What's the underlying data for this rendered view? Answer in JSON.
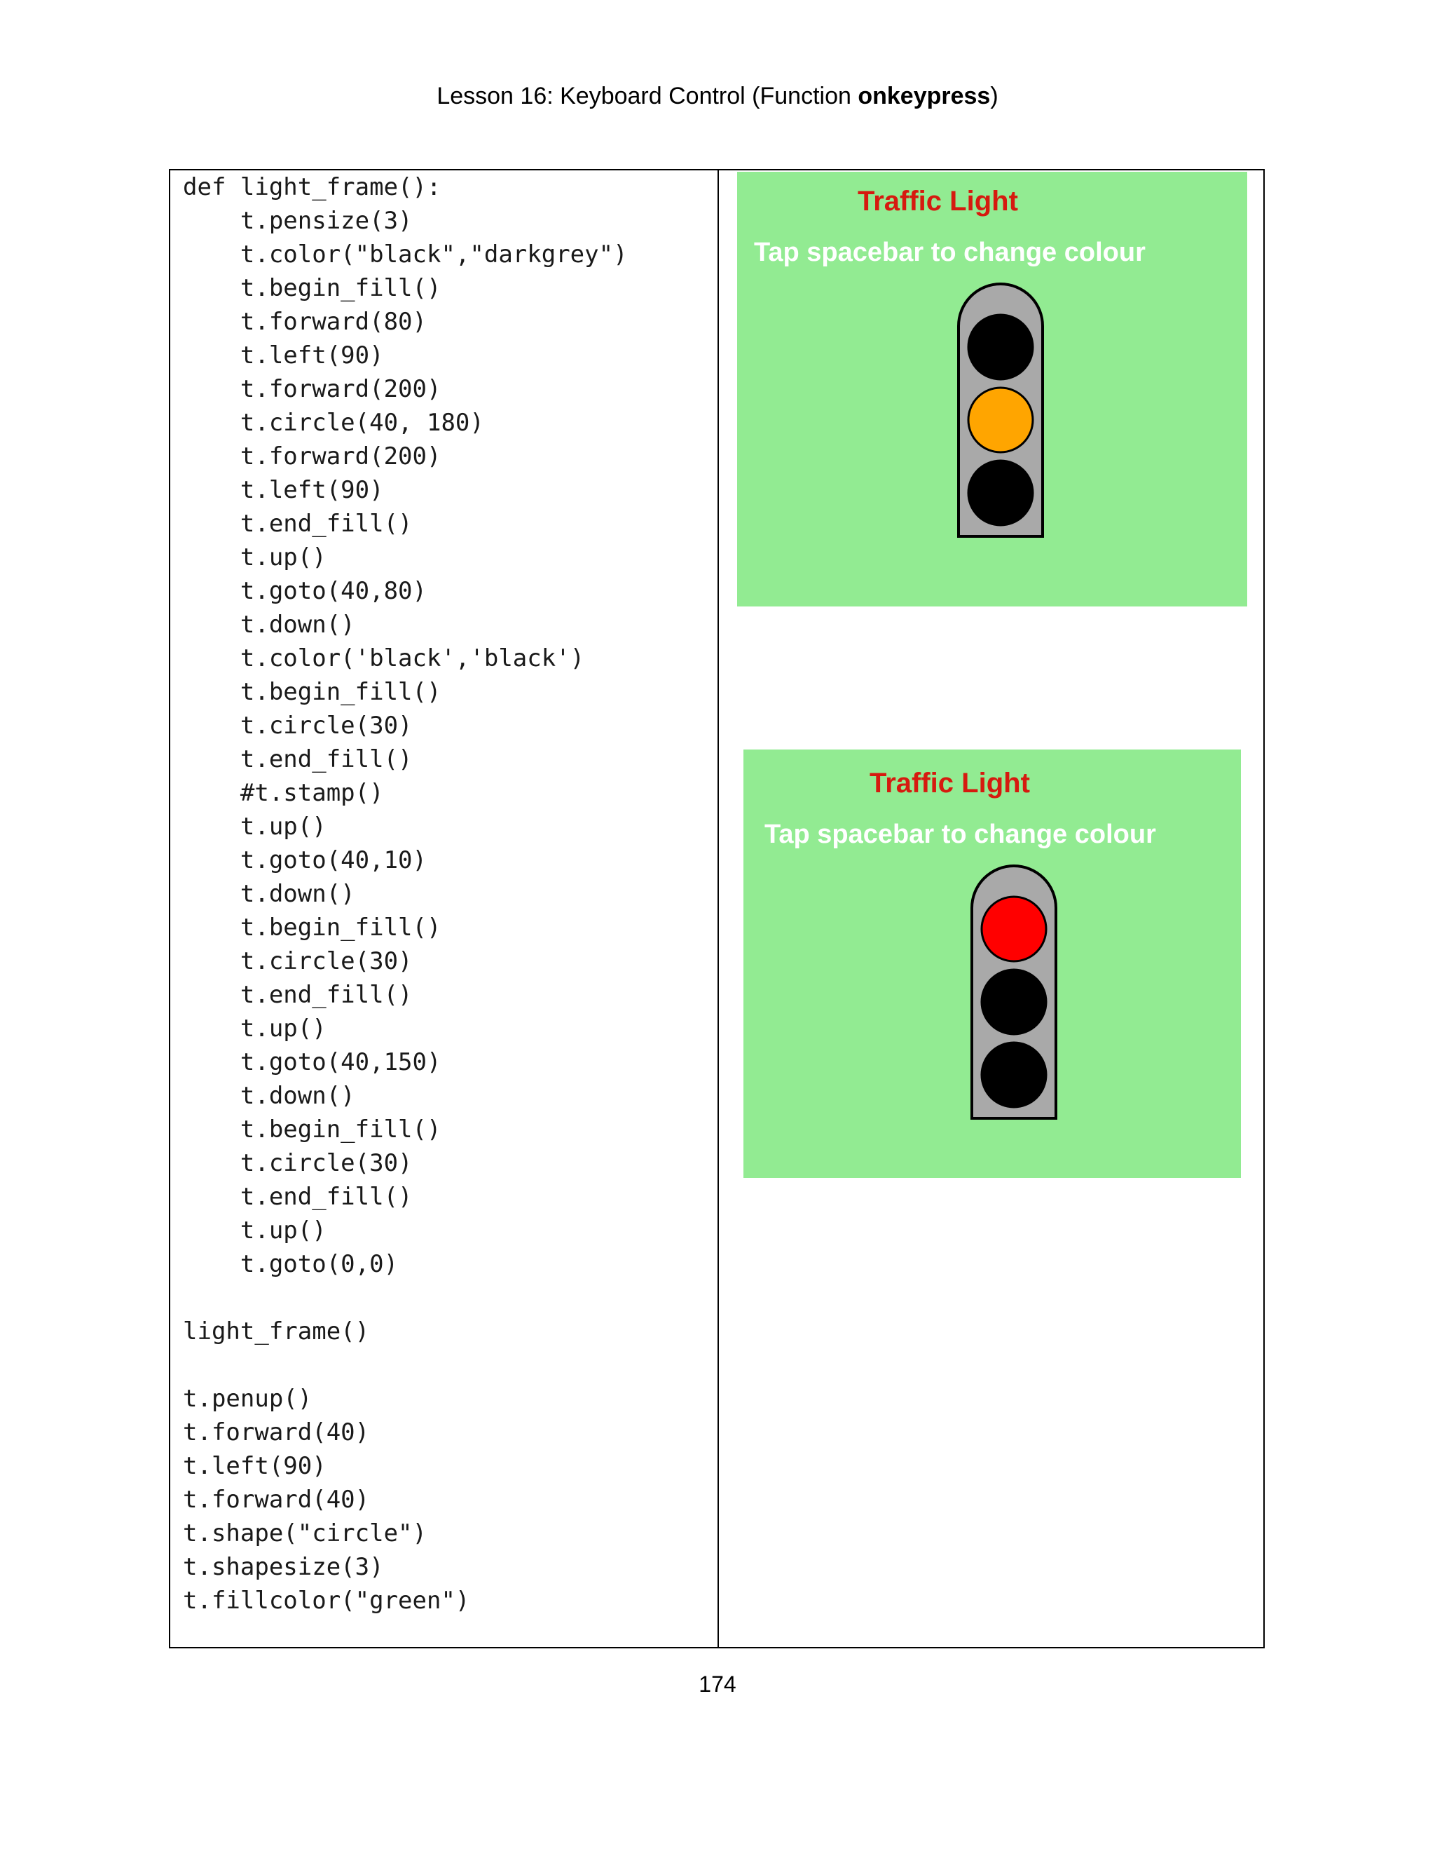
{
  "header": {
    "title_prefix": "Lesson 16: Keyboard Control (Function ",
    "title_bold": "onkeypress",
    "title_suffix": ")"
  },
  "code_lines": [
    "def light_frame():",
    "    t.pensize(3)",
    "    t.color(\"black\",\"darkgrey\")",
    "    t.begin_fill()",
    "    t.forward(80)",
    "    t.left(90)",
    "    t.forward(200)",
    "    t.circle(40, 180)",
    "    t.forward(200)",
    "    t.left(90)",
    "    t.end_fill()",
    "    t.up()",
    "    t.goto(40,80)",
    "    t.down()",
    "    t.color('black','black')",
    "    t.begin_fill()",
    "    t.circle(30)",
    "    t.end_fill()",
    "    #t.stamp()",
    "    t.up()",
    "    t.goto(40,10)",
    "    t.down()",
    "    t.begin_fill()",
    "    t.circle(30)",
    "    t.end_fill()",
    "    t.up()",
    "    t.goto(40,150)",
    "    t.down()",
    "    t.begin_fill()",
    "    t.circle(30)",
    "    t.end_fill()",
    "    t.up()",
    "    t.goto(0,0)",
    "",
    "light_frame()",
    "",
    "t.penup()",
    "t.forward(40)",
    "t.left(90)",
    "t.forward(40)",
    "t.shape(\"circle\")",
    "t.shapesize(3)",
    "t.fillcolor(\"green\")"
  ],
  "screenshots": [
    {
      "title": "Traffic Light",
      "subtitle": "Tap spacebar to change colour",
      "lights": [
        "black",
        "orange",
        "black"
      ]
    },
    {
      "title": "Traffic Light",
      "subtitle": "Tap spacebar to change colour",
      "lights": [
        "red",
        "black",
        "black"
      ]
    }
  ],
  "colors": {
    "screen_background": "#92eb92",
    "title_red": "#d61a0f",
    "frame_grey": "#a9a9a9",
    "light_black": "#000000",
    "light_orange": "#ffa500",
    "light_red": "#ff0000"
  },
  "page_number": "174"
}
